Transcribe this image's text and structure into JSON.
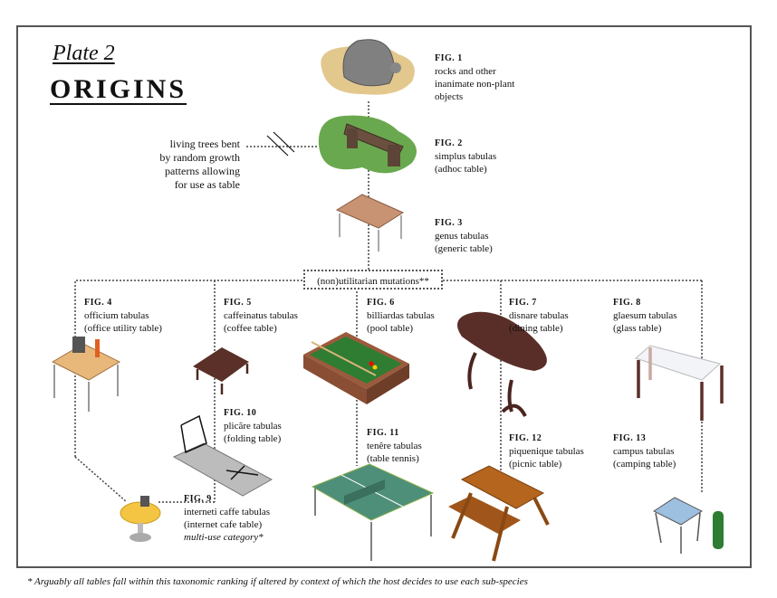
{
  "plate": "Plate 2",
  "title": "ORIGINS",
  "side_note": [
    "living trees bent",
    "by random growth",
    "patterns allowing",
    "for use as table"
  ],
  "mutations_label": "(non)utilitarian mutations**",
  "figures": [
    {
      "fig": "FIG. 1",
      "name": "rocks and other",
      "desc": "inanimate non-plant",
      "extra": "objects"
    },
    {
      "fig": "FIG. 2",
      "name": "simplus tabulas",
      "desc": "(adhoc table)"
    },
    {
      "fig": "FIG. 3",
      "name": "genus tabulas",
      "desc": "(generic table)"
    },
    {
      "fig": "FIG. 4",
      "name": "officium tabulas",
      "desc": "(office utility table)"
    },
    {
      "fig": "FIG. 5",
      "name": "caffeinatus tabulas",
      "desc": "(coffee table)"
    },
    {
      "fig": "FIG. 6",
      "name": "billiardas tabulas",
      "desc": "(pool table)"
    },
    {
      "fig": "FIG. 7",
      "name": "disnare tabulas",
      "desc": "(dining table)"
    },
    {
      "fig": "FIG. 8",
      "name": "glaesum tabulas",
      "desc": "(glass table)"
    },
    {
      "fig": "FIG. 9",
      "name": "interneti caffe tabulas",
      "desc": "(internet cafe table)",
      "extra": "multi-use category*"
    },
    {
      "fig": "FIG. 10",
      "name": "plicãre tabulas",
      "desc": "(folding table)"
    },
    {
      "fig": "FIG. 11",
      "name": "tenêre tabulas",
      "desc": "(table tennis)"
    },
    {
      "fig": "FIG. 12",
      "name": "piquenique tabulas",
      "desc": "(picnic table)"
    },
    {
      "fig": "FIG. 13",
      "name": "campus tabulas",
      "desc": "(camping table)"
    }
  ],
  "footnote": "* Arguably all tables fall within this taxonomic ranking if altered by context of which the host decides to use each sub-species"
}
